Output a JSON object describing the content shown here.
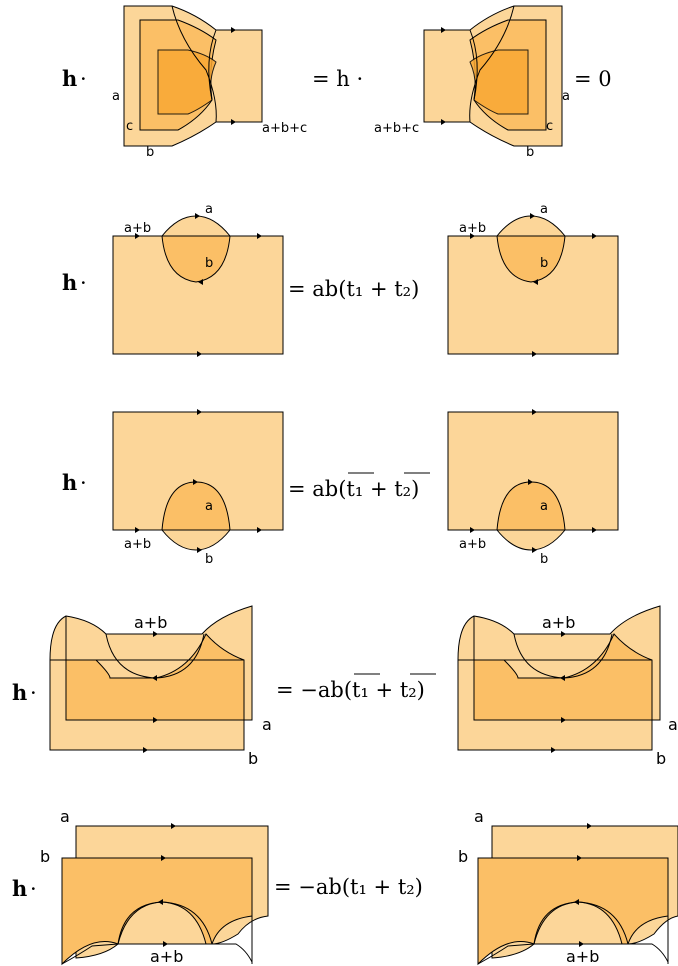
{
  "colors": {
    "light": "#fcd699",
    "mid": "#fbbf66",
    "dark": "#f9a834"
  },
  "h": "h",
  "dot": "·",
  "rows": [
    {
      "id": "row1",
      "eq1": "= h ·",
      "eq2": "= 0",
      "labels": {
        "a": "a",
        "b": "b",
        "c": "c",
        "abc": "a+b+c"
      }
    },
    {
      "id": "row2",
      "eq": "= ab(t₁ + t₂)",
      "labels": {
        "ab": "a+b",
        "a": "a",
        "b": "b"
      }
    },
    {
      "id": "row3",
      "eq": "= ab(t₁ + t₂)",
      "labels": {
        "ab": "a+b",
        "a": "a",
        "b": "b"
      }
    },
    {
      "id": "row4",
      "eq": "= −ab(t₁ + t₂)",
      "labels": {
        "ab": "a+b",
        "a": "a",
        "b": "b"
      }
    },
    {
      "id": "row5",
      "eq": "= −ab(t₁ + t₂)",
      "labels": {
        "ab": "a+b",
        "a": "a",
        "b": "b"
      }
    }
  ]
}
